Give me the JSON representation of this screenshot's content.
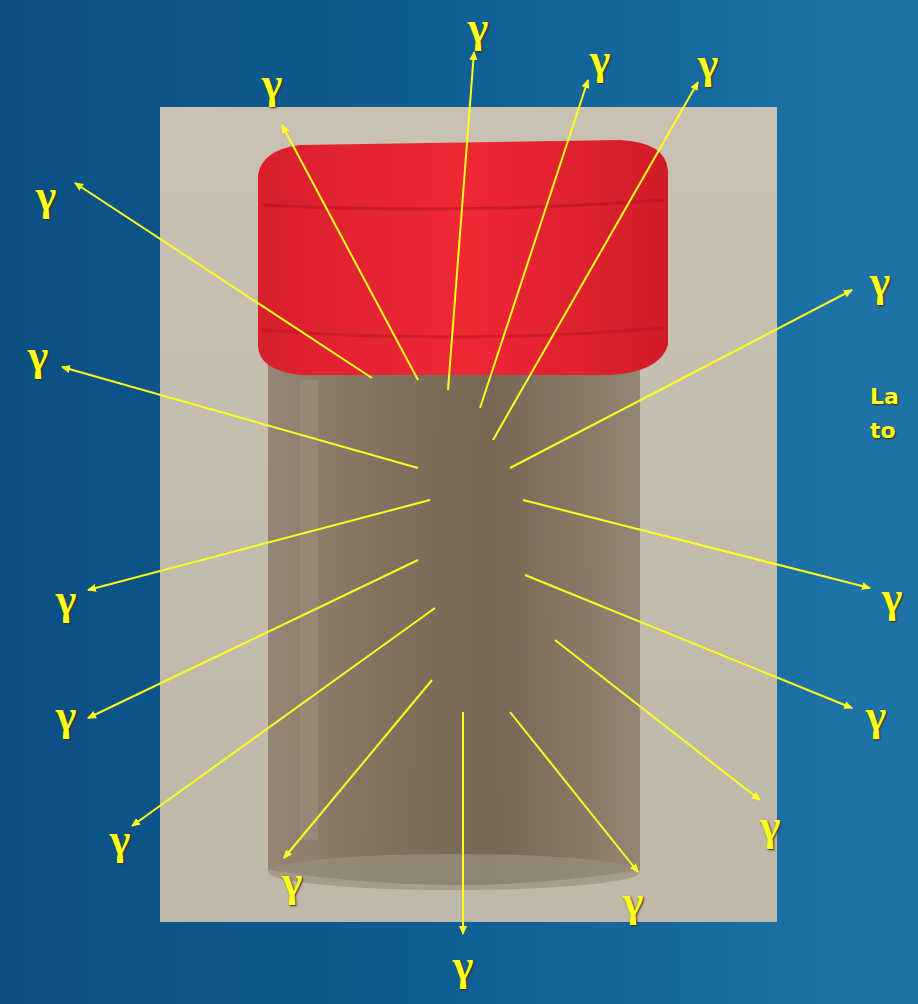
{
  "diagram": {
    "labels": [
      "γ",
      "γ",
      "γ",
      "γ",
      "γ",
      "γ",
      "γ",
      "γ",
      "γ",
      "γ",
      "γ",
      "γ",
      "γ",
      "γ",
      "γ",
      "γ",
      "La",
      "to"
    ]
  }
}
